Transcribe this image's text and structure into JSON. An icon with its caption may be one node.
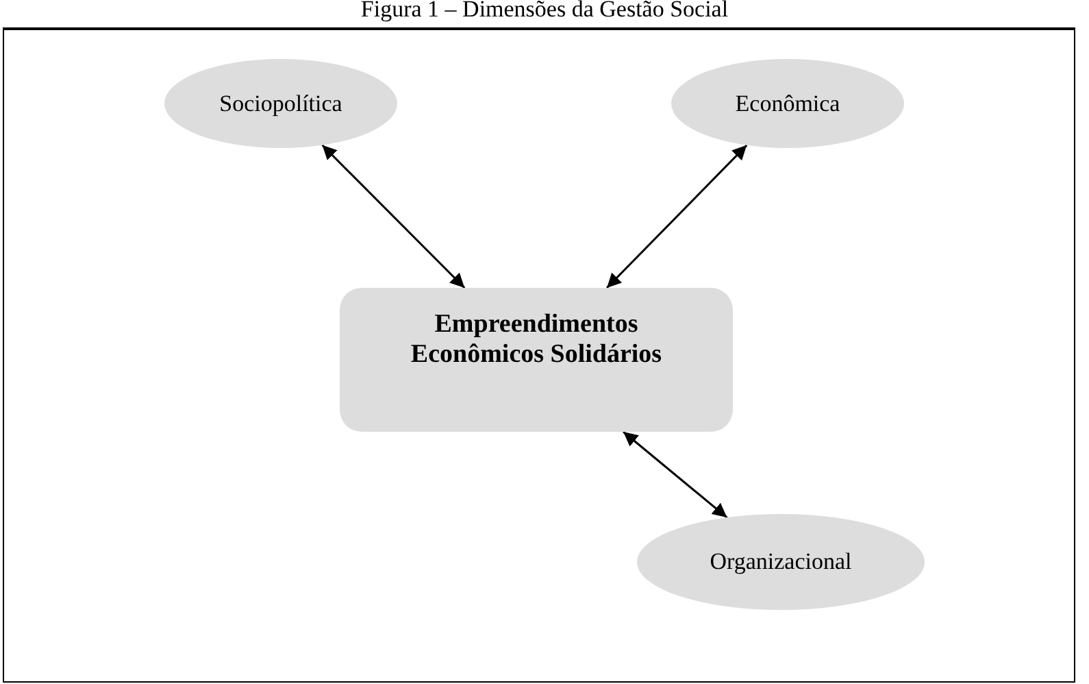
{
  "diagram": {
    "title": "Figura 1 – Dimensões da Gestão Social",
    "nodes": [
      {
        "text": [
          "Sociopolítica"
        ]
      },
      {
        "text": [
          "Econômica"
        ]
      },
      {
        "text": [
          "Empreendimentos Econômicos Solidários"
        ]
      },
      {
        "text": [
          "Organizacional"
        ]
      }
    ],
    "edges": [
      {
        "from": 0,
        "to": 2,
        "arrow": "both"
      },
      {
        "from": 1,
        "to": 2,
        "arrow": "both"
      },
      {
        "from": 2,
        "to": 3,
        "arrow": "both"
      }
    ]
  }
}
